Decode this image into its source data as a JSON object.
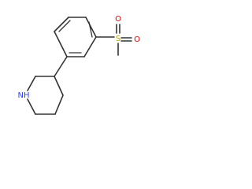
{
  "atoms": {
    "sulfur": "S",
    "oxygen_top": "O",
    "oxygen_bottom": "O",
    "nitrogen": "NH"
  },
  "colors": {
    "bond": "#333333",
    "sulfur": "#b8a100",
    "oxygen": "#e00000",
    "nitrogen": "#2a3fff"
  }
}
